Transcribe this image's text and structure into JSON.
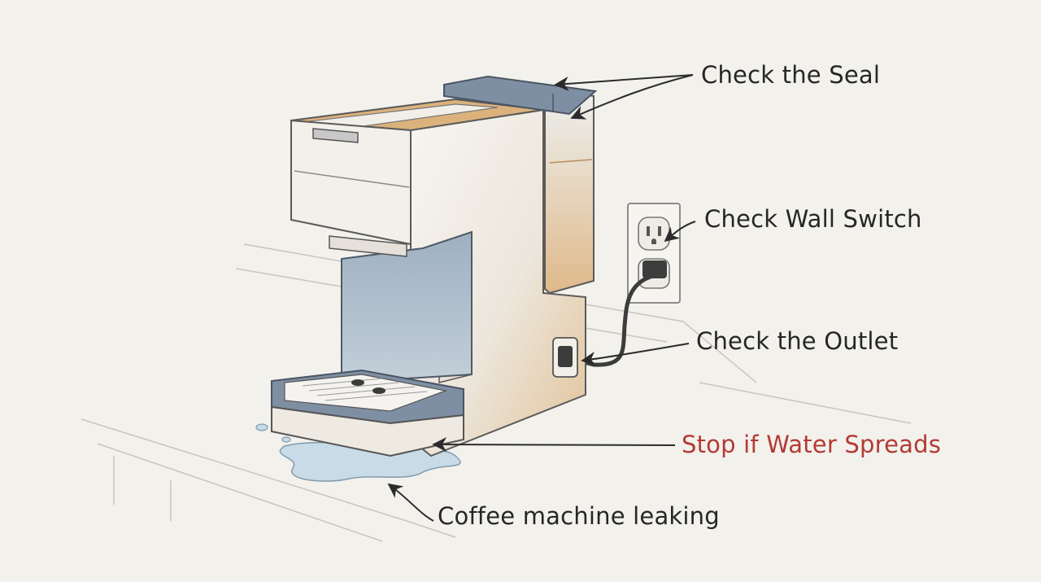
{
  "labels": {
    "seal": "Check the Seal",
    "wall_switch": "Check Wall Switch",
    "outlet": "Check the Outlet",
    "stop": "Stop if Water Spreads",
    "caption": "Coffee machine leaking"
  },
  "colors": {
    "background": "#f3f1ec",
    "text": "#262626",
    "warning_text": "#b23a35",
    "body_accent": "#d9b07a",
    "slate": "#7f8fa3",
    "water": "#c9dbe6"
  },
  "icons": [
    "coffee-machine",
    "wall-outlet",
    "power-cord",
    "water-puddle"
  ]
}
